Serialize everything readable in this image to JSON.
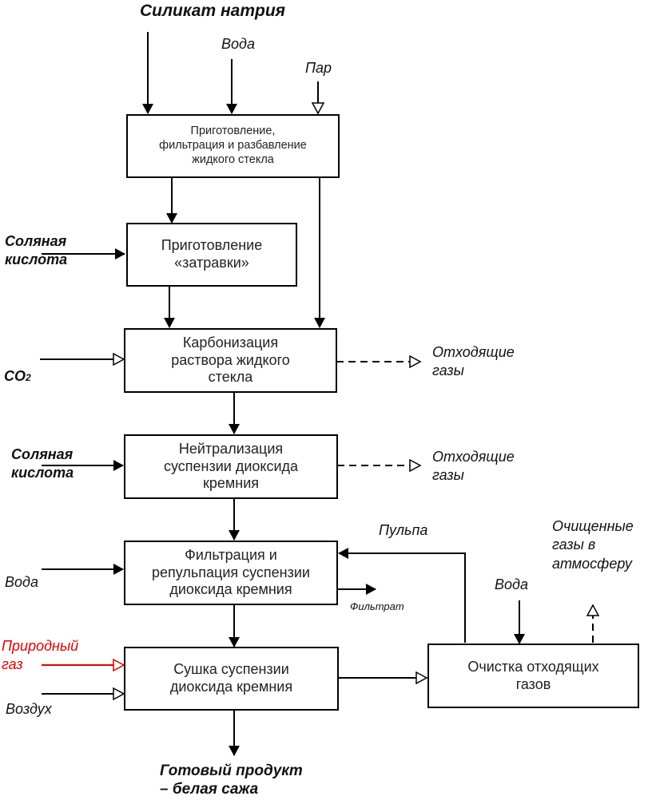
{
  "diagram": {
    "title": "Технологическая схема производства белой сажи",
    "colors": {
      "line": "#000000",
      "highlight": "#e00000"
    },
    "processes": [
      {
        "id": "p1",
        "label": "Приготовление,\nфильтрация и разбавление\nжидкого стекла"
      },
      {
        "id": "p2",
        "label": "Приготовление\n«затравки»"
      },
      {
        "id": "p3",
        "label": "Карбонизация\nраствора жидкого\nстекла"
      },
      {
        "id": "p4",
        "label": "Нейтрализация\nсуспензии диоксида\nкремния"
      },
      {
        "id": "p5",
        "label": "Фильтрация и\nрепульпация суспензии\nдиоксида кремния"
      },
      {
        "id": "p6",
        "label": "Сушка суспензии\nдиоксида кремния"
      },
      {
        "id": "p7",
        "label": "Очистка отходящих\nгазов"
      }
    ],
    "inputs": {
      "sodium_silicate": "Силикат натрия",
      "water_top": "Вода",
      "steam": "Пар",
      "hcl_1": "Соляная\nкислота",
      "co2_main": "CO",
      "co2_sub": "2",
      "hcl_2": "Соляная\nкислота",
      "water_filter": "Вода",
      "natural_gas": "Природный\nгаз",
      "air": "Воздух",
      "water_scrubber": "Вода"
    },
    "outputs": {
      "offgas_1": "Отходящие\nгазы",
      "offgas_2": "Отходящие\nгазы",
      "pulp": "Пульпа",
      "filtrate": "Фильтрат",
      "clean_gas": "Очищенные\nгазы в\nатмосферу",
      "product": "Готовый продукт\n– белая сажа"
    }
  }
}
